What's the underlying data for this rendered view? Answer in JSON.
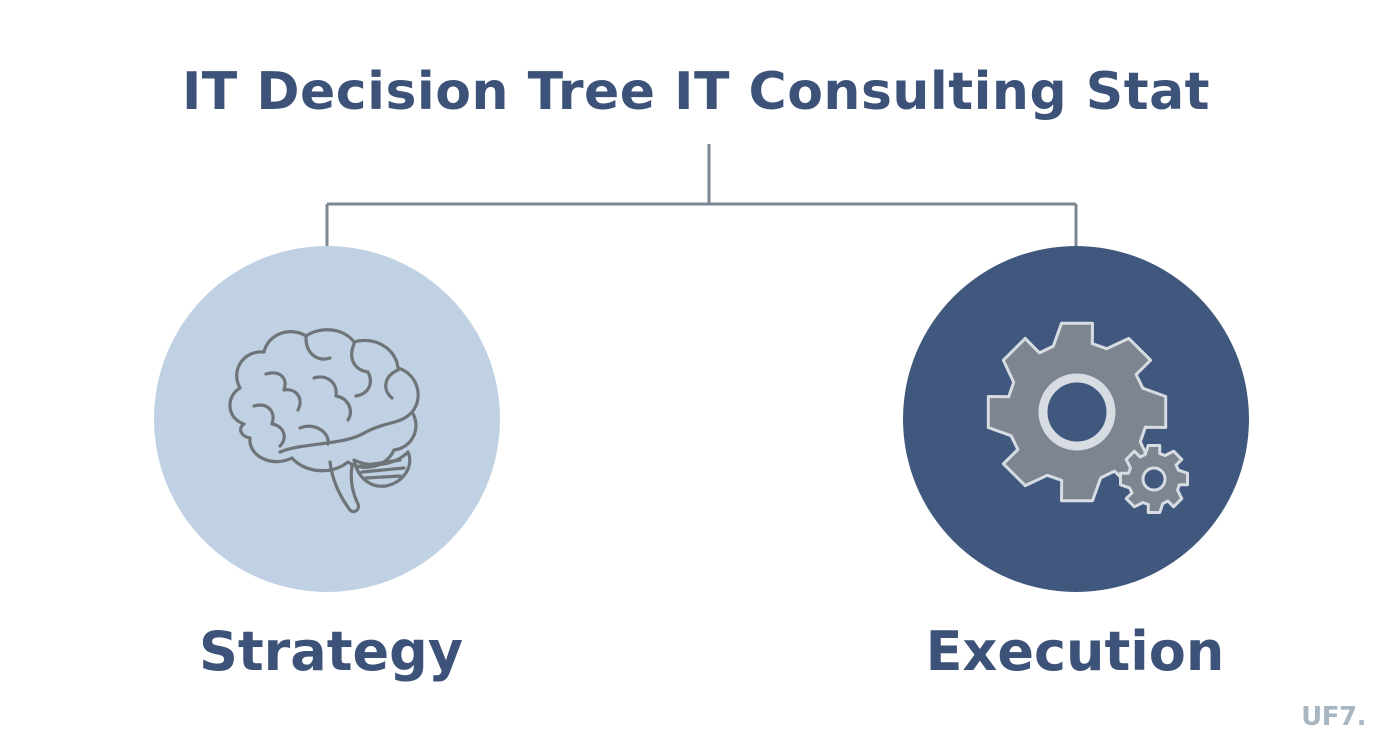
{
  "title": "IT Decision Tree IT Consulting Stat",
  "colors": {
    "text": "#3c5278",
    "connector": "#7d8794",
    "strategy_circle": "#bfd1e2",
    "execution_circle": "#41587e",
    "icon_stroke": "#6f7479",
    "gear_fill": "#7d8591",
    "gear_outline": "#d7dce3",
    "logo": "#a8b6c2"
  },
  "nodes": [
    {
      "id": "strategy",
      "label": "Strategy",
      "icon": "brain-icon"
    },
    {
      "id": "execution",
      "label": "Execution",
      "icon": "gears-icon"
    }
  ],
  "logo": {
    "text": "UF7."
  }
}
